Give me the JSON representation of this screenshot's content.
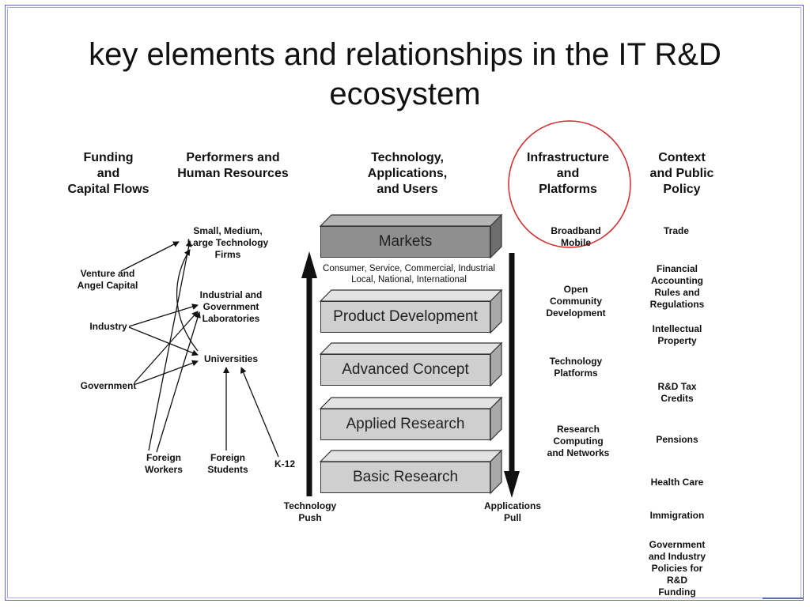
{
  "title": "key elements and relationships in the IT R&D ecosystem",
  "columns": {
    "funding": "Funding\nand\nCapital Flows",
    "performers": "Performers and\nHuman Resources",
    "technology": "Technology,\nApplications,\nand Users",
    "infrastructure": "Infrastructure\nand\nPlatforms",
    "context": "Context\nand Public\nPolicy"
  },
  "funding_sources": {
    "venture": "Venture and\nAngel Capital",
    "industry": "Industry",
    "government": "Government"
  },
  "performers": {
    "firms": "Small, Medium,\nLarge Technology\nFirms",
    "labs": "Industrial and\nGovernment\nLaboratories",
    "universities": "Universities",
    "foreign_workers": "Foreign\nWorkers",
    "foreign_students": "Foreign\nStudents",
    "k12": "K-12"
  },
  "stack": {
    "markets": "Markets",
    "markets_caption": "Consumer, Service, Commercial, Industrial\nLocal, National, International",
    "product_development": "Product Development",
    "advanced_concept": "Advanced Concept",
    "applied_research": "Applied Research",
    "basic_research": "Basic Research",
    "technology_push": "Technology\nPush",
    "applications_pull": "Applications\nPull"
  },
  "infrastructure": {
    "broadband": "Broadband\nMobile",
    "open_community": "Open\nCommunity\nDevelopment",
    "tech_platforms": "Technology\nPlatforms",
    "research_computing": "Research\nComputing\nand Networks"
  },
  "context": {
    "trade": "Trade",
    "financial": "Financial\nAccounting\nRules and\nRegulations",
    "ip": "Intellectual\nProperty",
    "rd_tax": "R&D Tax\nCredits",
    "pensions": "Pensions",
    "health": "Health Care",
    "immigration": "Immigration",
    "gov_policies": "Government\nand Industry\nPolicies for\nR&D\nFunding"
  },
  "colors": {
    "highlight_circle": "#d42a2a",
    "markets_fill": "#8f8f8f",
    "block_fill": "#cfcfcf",
    "frame": "#5f6aa8"
  }
}
